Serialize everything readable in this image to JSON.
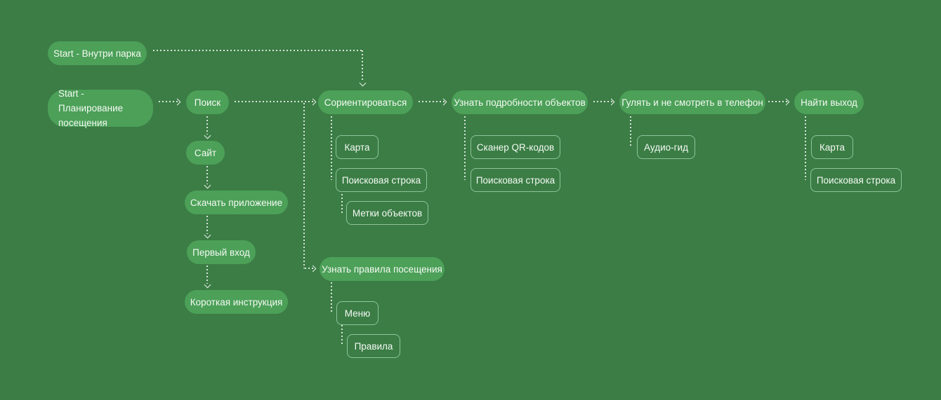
{
  "canvas": {
    "background_color": "#3B7D45",
    "node_fill_color": "#4CA058",
    "box_border_color": "#8FC49A",
    "text_color": "#F4FAF4",
    "connector_color": "rgba(255,255,255,0.8)"
  },
  "nodes": {
    "start_inside_park": "Start - Внутри парка",
    "start_planning": "Start - Планирование\nпосещения",
    "poisk": "Поиск",
    "sait": "Сайт",
    "skachat_prilozhenie": "Скачать приложение",
    "pervyi_vkhod": "Первый вход",
    "korotkaya_instruktsiya": "Короткая инструкция",
    "sorientirovatsya": "Сориентироваться",
    "uznat_podrobnosti": "Узнать подробности объектов",
    "gulyat": "Гулять и не смотреть в телефон",
    "naiti_vykhod": "Найти выход",
    "uznat_pravila": "Узнать правила посещения"
  },
  "tools": {
    "karta_sorient": "Карта",
    "poiskovaya_stroka_sorient": "Поисковая строка",
    "metki_obektov": "Метки объектов",
    "skaner_qr": "Сканер QR-кодов",
    "poiskovaya_stroka_podrobnosti": "Поисковая строка",
    "audio_gid": "Аудио-гид",
    "karta_vykhod": "Карта",
    "poiskovaya_stroka_vykhod": "Поисковая строка",
    "menu": "Меню",
    "pravila": "Правила"
  },
  "edges": [
    {
      "from": "start_inside_park",
      "to": "sorientirovatsya",
      "style": "dashed-arrow"
    },
    {
      "from": "start_planning",
      "to": "poisk",
      "style": "dashed-arrow"
    },
    {
      "from": "poisk",
      "to": "sorientirovatsya",
      "style": "dashed-arrow"
    },
    {
      "from": "poisk",
      "to": "sait",
      "style": "dashed-arrow"
    },
    {
      "from": "sait",
      "to": "skachat_prilozhenie",
      "style": "dashed-arrow"
    },
    {
      "from": "skachat_prilozhenie",
      "to": "pervyi_vkhod",
      "style": "dashed-arrow"
    },
    {
      "from": "pervyi_vkhod",
      "to": "korotkaya_instruktsiya",
      "style": "dashed-arrow"
    },
    {
      "from": "poisk",
      "to": "uznat_pravila",
      "style": "dashed-arrow"
    },
    {
      "from": "sorientirovatsya",
      "to": "uznat_podrobnosti",
      "style": "dashed-arrow"
    },
    {
      "from": "uznat_podrobnosti",
      "to": "gulyat",
      "style": "dashed-arrow"
    },
    {
      "from": "gulyat",
      "to": "naiti_vykhod",
      "style": "dashed-arrow"
    },
    {
      "from": "sorientirovatsya",
      "to": "karta_sorient",
      "style": "dashed-tree"
    },
    {
      "from": "sorientirovatsya",
      "to": "poiskovaya_stroka_sorient",
      "style": "dashed-tree"
    },
    {
      "from": "poiskovaya_stroka_sorient",
      "to": "metki_obektov",
      "style": "dashed-tree"
    },
    {
      "from": "uznat_podrobnosti",
      "to": "skaner_qr",
      "style": "dashed-tree"
    },
    {
      "from": "uznat_podrobnosti",
      "to": "poiskovaya_stroka_podrobnosti",
      "style": "dashed-tree"
    },
    {
      "from": "gulyat",
      "to": "audio_gid",
      "style": "dashed-tree"
    },
    {
      "from": "naiti_vykhod",
      "to": "karta_vykhod",
      "style": "dashed-tree"
    },
    {
      "from": "naiti_vykhod",
      "to": "poiskovaya_stroka_vykhod",
      "style": "dashed-tree"
    },
    {
      "from": "uznat_pravila",
      "to": "menu",
      "style": "dashed-tree"
    },
    {
      "from": "menu",
      "to": "pravila",
      "style": "dashed-tree"
    }
  ]
}
